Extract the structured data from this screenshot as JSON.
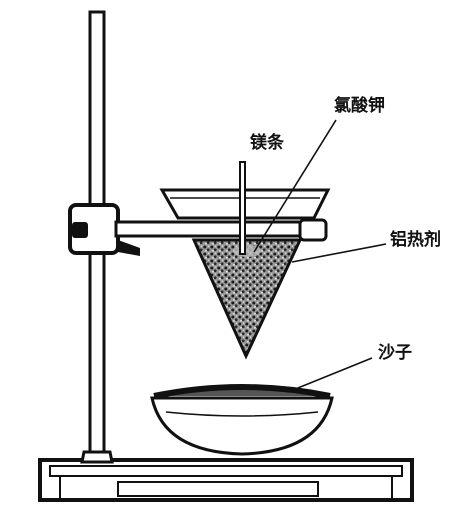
{
  "labels": {
    "potassium_chlorate": "氯酸钾",
    "magnesium_strip": "镁条",
    "thermite": "铝热剂",
    "sand": "沙子"
  },
  "colors": {
    "ink": "#111111",
    "paper": "#ffffff",
    "mixture": "#8a8a8a"
  }
}
